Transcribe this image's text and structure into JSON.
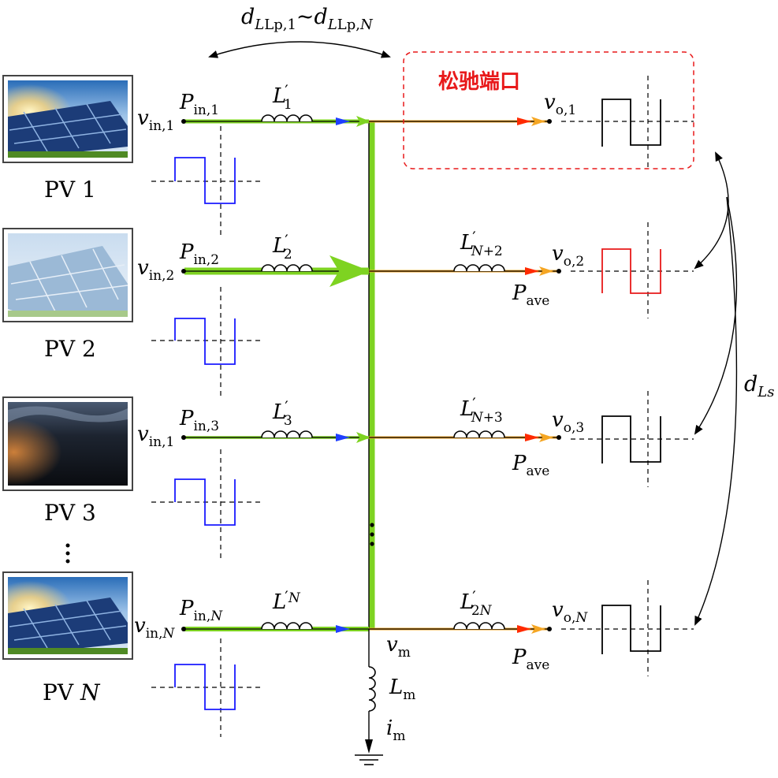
{
  "pv_labels": [
    "PV 1",
    "PV 2",
    "PV 3",
    "PV "
  ],
  "pv_last_suffix": "N",
  "delay_top": {
    "d": "d",
    "sub_a": "Lp,1",
    "tilde": "~",
    "d2": "d",
    "sub_b": "Lp,",
    "sub_b_it": "N"
  },
  "delay_right": {
    "d": "d",
    "sub": "Ls"
  },
  "relax_port_label": "松驰端口",
  "inputs": [
    {
      "v": "v",
      "vsub": "in,1",
      "vsub_it": "",
      "P": "P",
      "psub": "in,1",
      "psub_it": "",
      "L": "L",
      "lsub": "1",
      "lsub_it": ""
    },
    {
      "v": "v",
      "vsub": "in,2",
      "vsub_it": "",
      "P": "P",
      "psub": "in,2",
      "psub_it": "",
      "L": "L",
      "lsub": "2",
      "lsub_it": ""
    },
    {
      "v": "v",
      "vsub": "in,1",
      "vsub_it": "",
      "P": "P",
      "psub": "in,3",
      "psub_it": "",
      "L": "L",
      "lsub": "3",
      "lsub_it": ""
    },
    {
      "v": "v",
      "vsub": "in,",
      "vsub_it": "N",
      "P": "P",
      "psub": "in,",
      "psub_it": "N",
      "L": "L",
      "lsub": "",
      "lsub_it": "N"
    }
  ],
  "outputs": [
    {
      "v": "v",
      "vsub": "o,1",
      "vsub_it": "",
      "L": "",
      "lsub": "",
      "lsub_it": "",
      "P": "",
      "psub": ""
    },
    {
      "v": "v",
      "vsub": "o,2",
      "vsub_it": "",
      "L": "L",
      "lsub": "+2",
      "lsub_it": "N",
      "P": "P",
      "psub": "ave"
    },
    {
      "v": "v",
      "vsub": "o,3",
      "vsub_it": "",
      "L": "L",
      "lsub": "+3",
      "lsub_it": "N",
      "P": "P",
      "psub": "ave"
    },
    {
      "v": "v",
      "vsub": "o,",
      "vsub_it": "N",
      "L": "L",
      "lsub": "2",
      "lsub_it": "N",
      "P": "P",
      "psub": "ave"
    }
  ],
  "magnetizing": {
    "v": "v",
    "vsub": "m",
    "L": "L",
    "lsub": "m",
    "i": "i",
    "isub": "m"
  },
  "prime": "′",
  "colors": {
    "green": "#7ed321",
    "orange": "#f5a623",
    "blue_arrow": "#1f3fff",
    "red_arrow": "#ff2a00",
    "wave_blue": "#1a1aff",
    "wave_red": "#e8191a",
    "relax_box": "#e8191a"
  }
}
